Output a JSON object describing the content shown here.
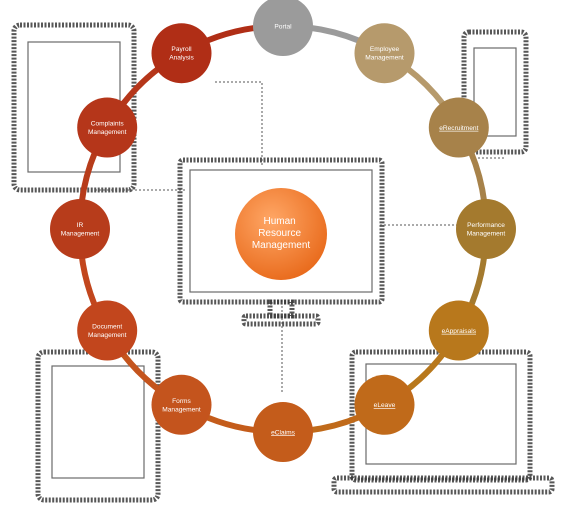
{
  "center": {
    "lines": [
      "Human",
      "Resource",
      "Management"
    ],
    "color": "#f07a22"
  },
  "modules": [
    {
      "id": "portal",
      "lines": [
        "Portal"
      ],
      "color": "#9b9b9b",
      "underline": false
    },
    {
      "id": "employee-management",
      "lines": [
        "Employee",
        "Management"
      ],
      "color": "#b69a6c",
      "underline": false
    },
    {
      "id": "erecruitment",
      "lines": [
        "eRecruitment"
      ],
      "color": "#a7824a",
      "underline": true
    },
    {
      "id": "performance-management",
      "lines": [
        "Performance",
        "Management"
      ],
      "color": "#a47a2e",
      "underline": false
    },
    {
      "id": "eappraisals",
      "lines": [
        "eAppraisals"
      ],
      "color": "#b8781c",
      "underline": true
    },
    {
      "id": "eleave",
      "lines": [
        "eLeave"
      ],
      "color": "#c06a1a",
      "underline": true
    },
    {
      "id": "eclaims",
      "lines": [
        "eClaims"
      ],
      "color": "#c45c1b",
      "underline": true
    },
    {
      "id": "forms-management",
      "lines": [
        "Forms",
        "Management"
      ],
      "color": "#c4541d",
      "underline": false
    },
    {
      "id": "document-management",
      "lines": [
        "Document",
        "Management"
      ],
      "color": "#c2461d",
      "underline": false
    },
    {
      "id": "ir-management",
      "lines": [
        "IR",
        "Management"
      ],
      "color": "#b73c1b",
      "underline": false
    },
    {
      "id": "complaints-management",
      "lines": [
        "Complaints",
        "Management"
      ],
      "color": "#b5361a",
      "underline": false
    },
    {
      "id": "payroll-analysis",
      "lines": [
        "Payroll",
        "Analysis"
      ],
      "color": "#b02e16",
      "underline": false
    }
  ]
}
